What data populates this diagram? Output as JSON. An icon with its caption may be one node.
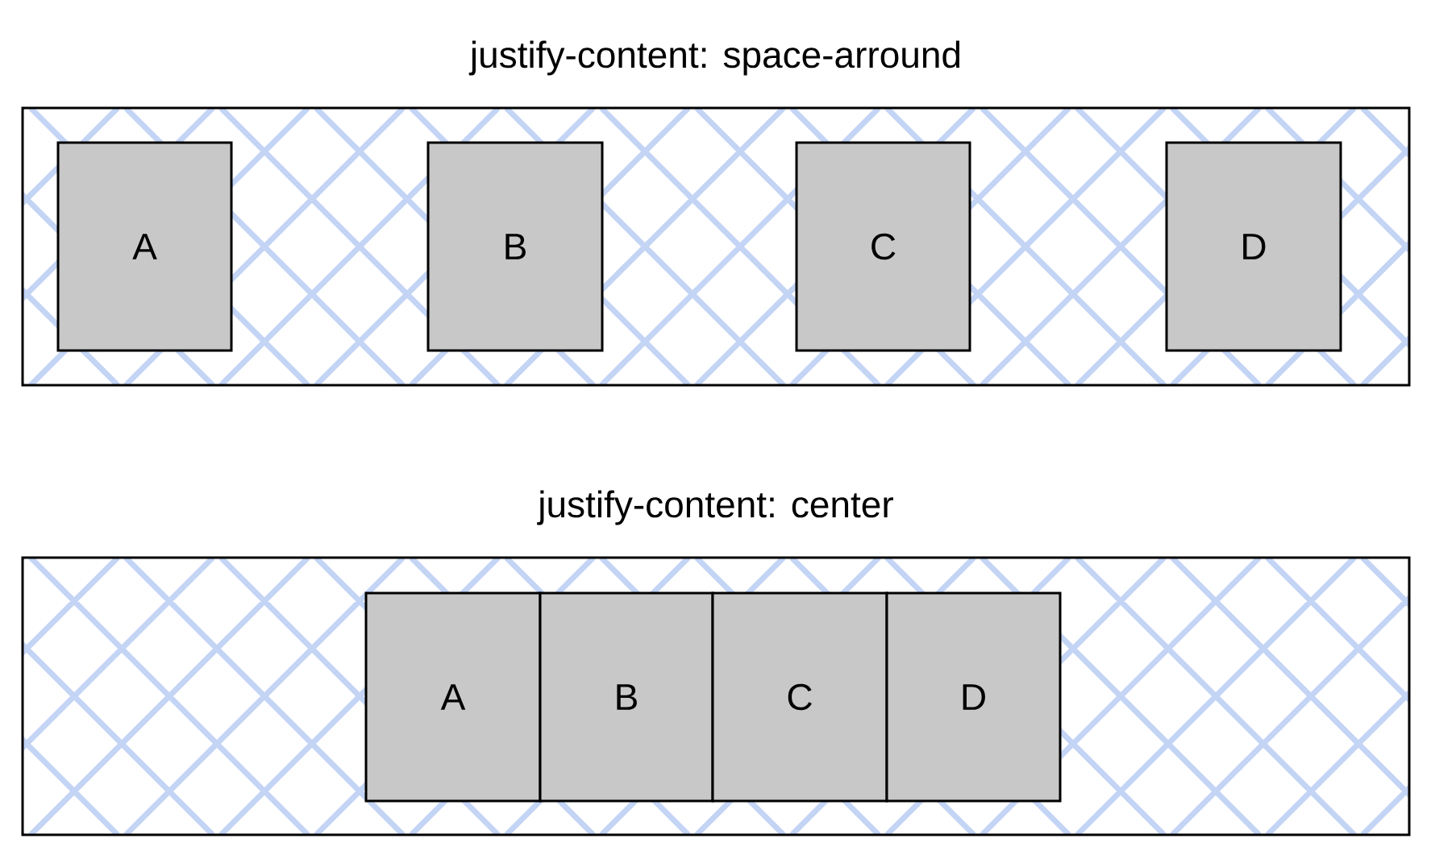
{
  "diagram": {
    "nodes": [
      {
        "text": [
          "justify-content: space-arround"
        ]
      },
      {
        "text": [
          "A"
        ],
        "in": 0
      },
      {
        "text": [
          "B"
        ],
        "in": 0
      },
      {
        "text": [
          "C"
        ],
        "in": 0
      },
      {
        "text": [
          "D"
        ],
        "in": 0
      },
      {
        "text": [
          "justify-content: center"
        ]
      },
      {
        "text": [
          "A"
        ],
        "in": 5
      },
      {
        "text": [
          "B"
        ],
        "in": 5
      },
      {
        "text": [
          "C"
        ],
        "in": 5
      },
      {
        "text": [
          "D"
        ],
        "in": 5
      }
    ]
  }
}
